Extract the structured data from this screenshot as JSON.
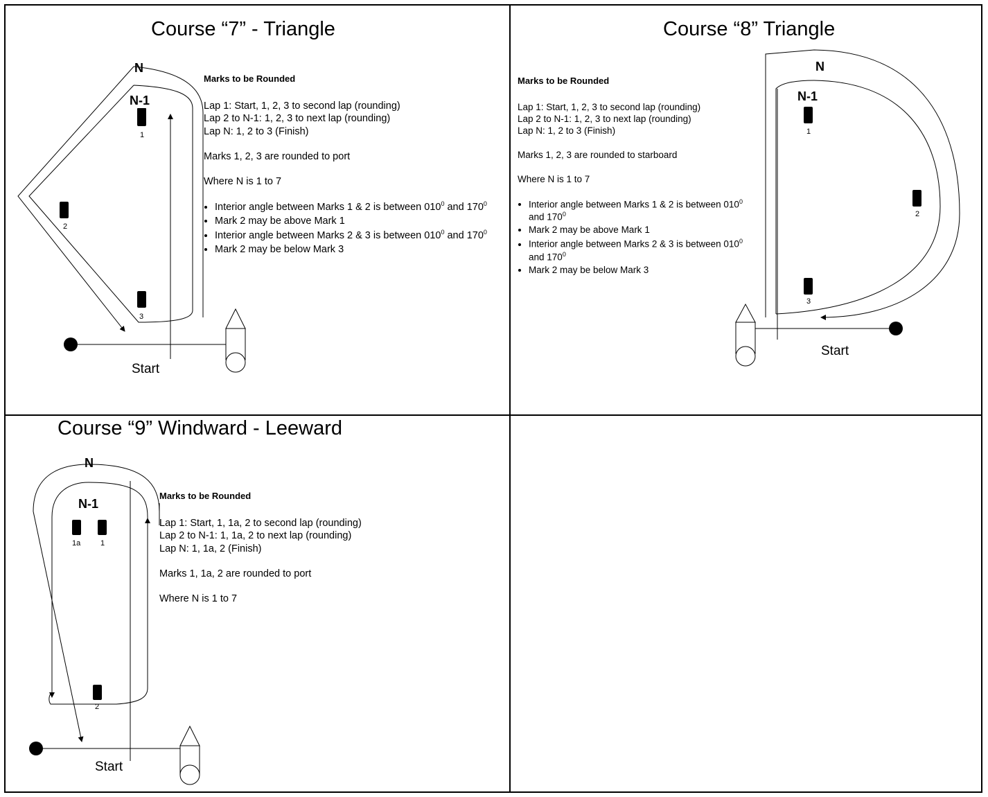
{
  "panels": {
    "course7": {
      "title": "Course “7” - Triangle",
      "heading": "Marks to be Rounded",
      "laps": [
        "Lap 1: Start, 1, 2, 3 to second lap (rounding)",
        "Lap 2 to N-1: 1, 2, 3 to next lap (rounding)",
        "Lap N: 1, 2 to  3 (Finish)"
      ],
      "rounding": "Marks 1, 2, 3 are rounded to port",
      "where": "Where N is 1 to 7",
      "bullets": [
        {
          "text": "Interior angle between Marks 1 & 2 is between 010",
          "sup1": "0",
          "mid": " and 170",
          "sup2": "0"
        },
        {
          "text": "Mark 2 may be above Mark 1"
        },
        {
          "text": "Interior angle between Marks 2 & 3 is between 010",
          "sup1": "0",
          "mid": " and 170",
          "sup2": "0"
        },
        {
          "text": "Mark 2 may be below Mark 3"
        }
      ],
      "labels": {
        "n": "N",
        "n1": "N-1",
        "m1": "1",
        "m2": "2",
        "m3": "3",
        "start": "Start"
      }
    },
    "course8": {
      "title": "Course “8” Triangle",
      "heading": "Marks to be Rounded",
      "laps": [
        "Lap 1: Start, 1, 2, 3 to second lap (rounding)",
        "Lap 2 to N-1: 1, 2, 3 to next lap (rounding)",
        "Lap N: 1, 2 to  3 (Finish)"
      ],
      "rounding": "Marks 1, 2, 3 are rounded to starboard",
      "where": "Where N is 1 to 7",
      "bullets": [
        {
          "text": "Interior angle between Marks 1 & 2 is between 010",
          "sup1": "0",
          "mid": " and 170",
          "sup2": "0"
        },
        {
          "text": "Mark 2 may be above Mark 1"
        },
        {
          "text": "Interior angle between Marks 2 & 3 is between 010",
          "sup1": "0",
          "mid": " and 170",
          "sup2": "0"
        },
        {
          "text": "Mark 2 may be below Mark 3"
        }
      ],
      "labels": {
        "n": "N",
        "n1": "N-1",
        "m1": "1",
        "m2": "2",
        "m3": "3",
        "start": "Start"
      }
    },
    "course9": {
      "title": "Course “9” Windward - Leeward",
      "heading": "Marks to be Rounded",
      "laps": [
        "Lap 1: Start, 1, 1a, 2 to second lap (rounding)",
        "Lap 2 to N-1: 1, 1a, 2 to next lap (rounding)",
        "Lap N: 1, 1a, 2 (Finish)"
      ],
      "rounding": "Marks 1, 1a, 2 are rounded to port",
      "where": "Where N is 1 to 7",
      "labels": {
        "n": "N",
        "n1": "N-1",
        "m1": "1",
        "m1a": "1a",
        "m2": "2",
        "start": "Start"
      }
    }
  }
}
